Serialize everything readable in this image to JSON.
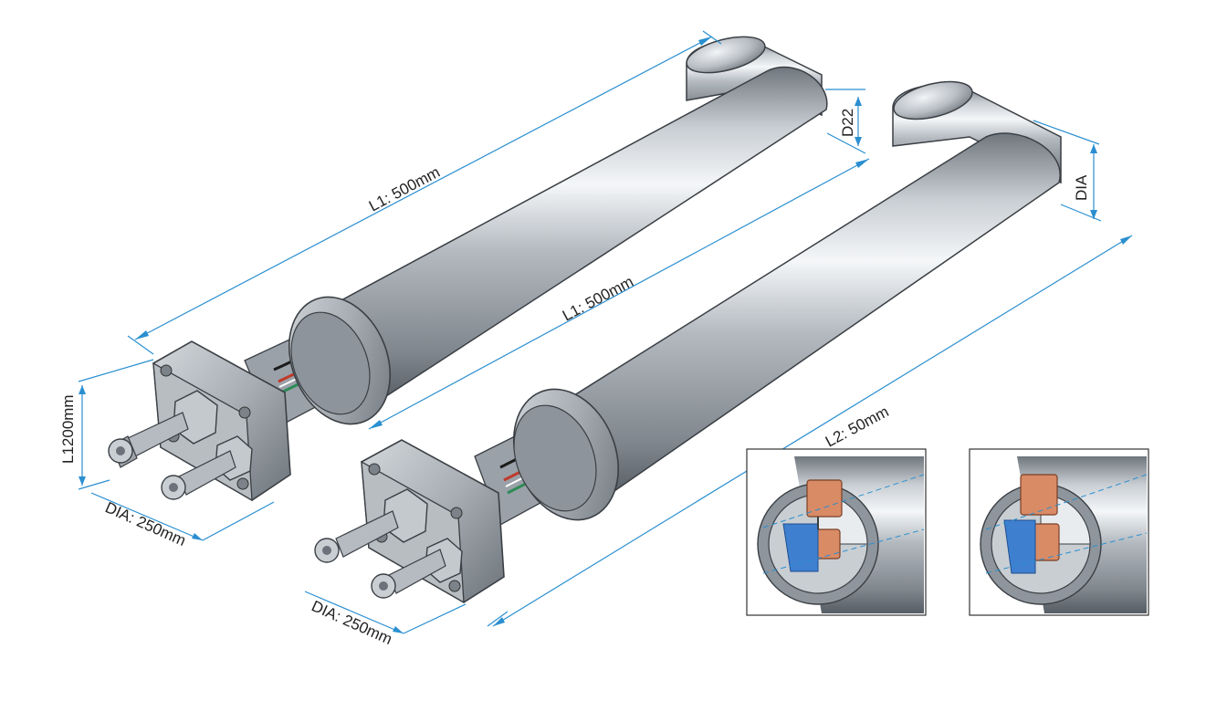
{
  "colors": {
    "dimension": "#2a8fd0",
    "steel_light": "#e6e9ec",
    "steel_mid": "#a9afb5",
    "steel_dark": "#5f666d",
    "copper": "#d98b66",
    "insulator_blue": "#3f7fd0",
    "wire_red": "#c0392b",
    "wire_green": "#2e8b57"
  },
  "labels": {
    "upper_length": "L1: 500mm",
    "lower_length": "L1: 500mm",
    "upper_tip_diameter": "D22",
    "lower_tip_diameter": "DIA",
    "height": "L1200mm",
    "upper_flange_diameter": "DIA: 250mm",
    "lower_flange_diameter": "DIA: 250mm",
    "detail_length": "L2: 50mm"
  },
  "components": [
    "upper-heater-tube",
    "lower-heater-tube",
    "flange",
    "terminal-bolt",
    "section-view-left",
    "section-view-right"
  ]
}
